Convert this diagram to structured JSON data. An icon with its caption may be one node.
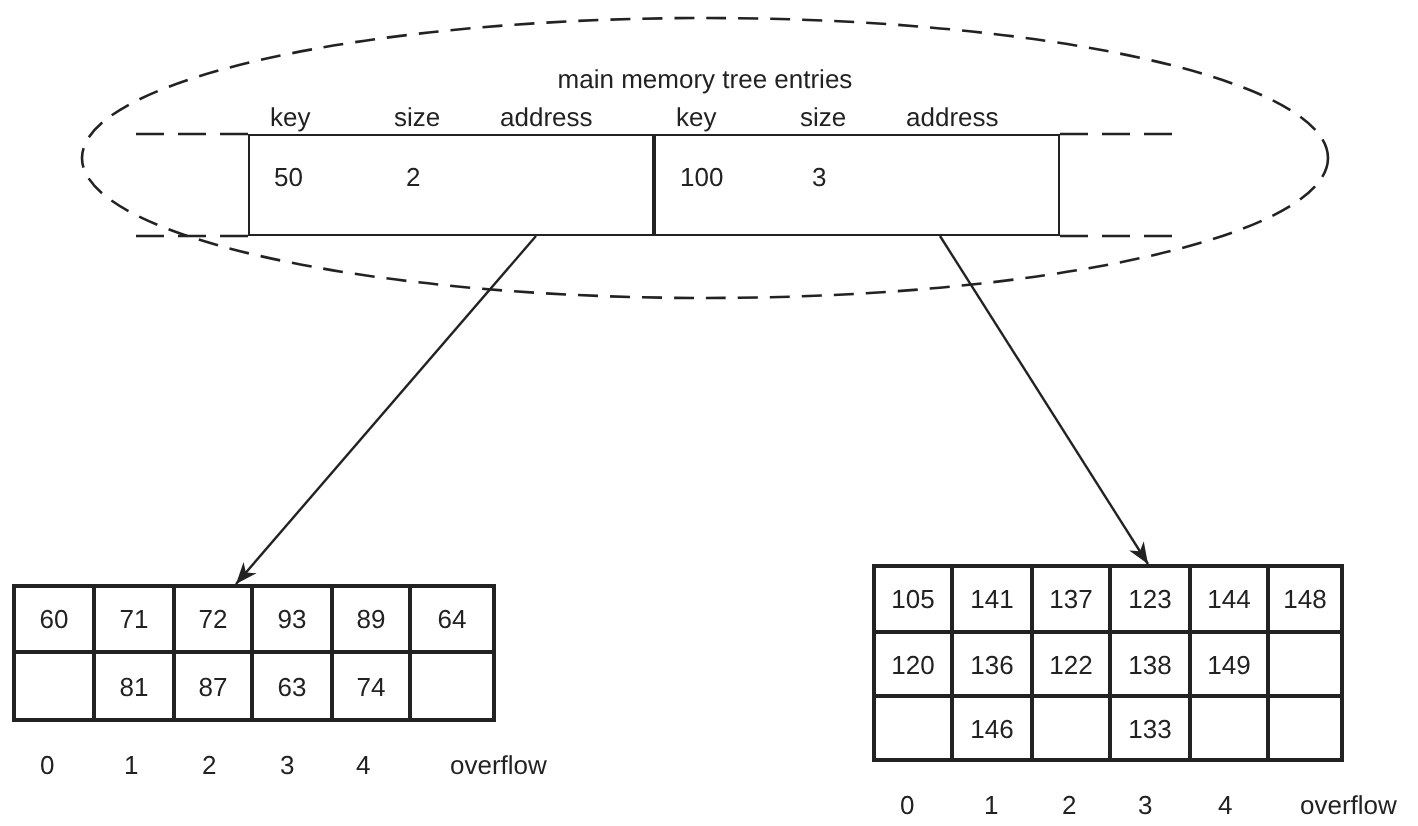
{
  "diagram": {
    "nodes": [
      {
        "text": [
          "main memory tree entries"
        ]
      },
      {
        "text": [
          "50",
          "2"
        ],
        "in": 0,
        "beside": [
          "key",
          "size",
          "address"
        ]
      },
      {
        "text": [
          "100",
          "3"
        ],
        "in": 0,
        "beside": [
          "key",
          "size",
          "address"
        ]
      },
      {
        "text": [],
        "shape": "box"
      },
      {
        "text": [],
        "shape": "box"
      }
    ],
    "edges": [
      {
        "from": 1,
        "to": 3,
        "arrow": "to"
      },
      {
        "from": 2,
        "to": 4,
        "arrow": "to"
      }
    ],
    "labels": [
      "60",
      "71",
      "72",
      "93",
      "89",
      "64",
      "81",
      "87",
      "63",
      "74",
      "0",
      "1",
      "2",
      "3",
      "4",
      "overflow",
      "105",
      "141",
      "137",
      "123",
      "144",
      "148",
      "120",
      "136",
      "122",
      "138",
      "149",
      "146",
      "133",
      "0",
      "1",
      "2",
      "3",
      "4",
      "overflow"
    ]
  }
}
